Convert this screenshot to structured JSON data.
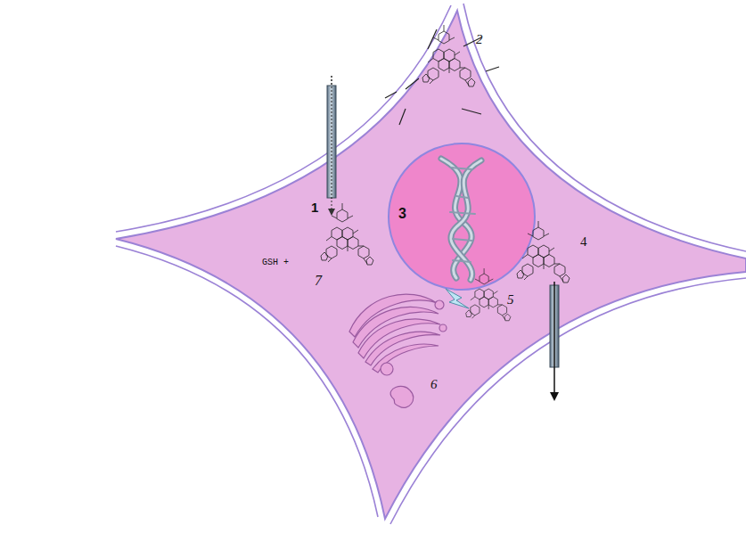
{
  "diagram": {
    "labels": [
      "1",
      "2",
      "3",
      "4",
      "5",
      "6",
      "7",
      "GSH +"
    ]
  }
}
